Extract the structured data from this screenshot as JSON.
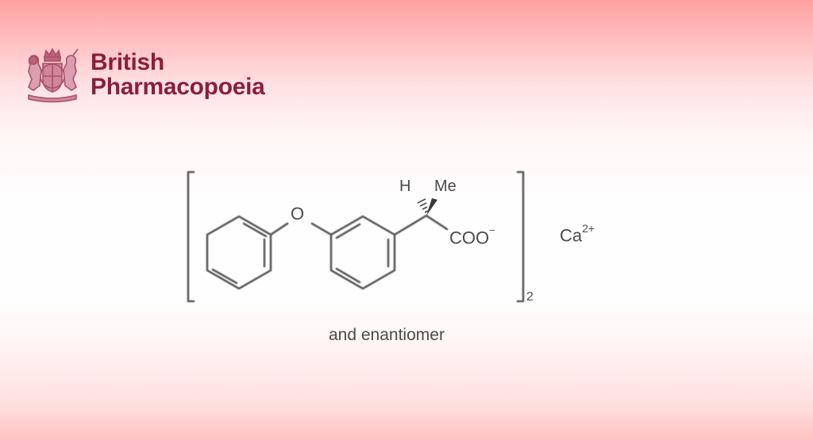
{
  "brand": {
    "line1": "British",
    "line2": "Pharmacopoeia",
    "color": "#8a1f3d",
    "crest_icon": "royal-coat-of-arms-icon"
  },
  "structure": {
    "atom_labels": {
      "oxygen": "O",
      "hydrogen": "H",
      "methyl": "Me",
      "carboxylate": "COO",
      "carboxylate_charge": "−"
    },
    "bracket_subscript": "2",
    "counter_ion": "Ca",
    "counter_ion_charge": "2+",
    "caption": "and enantiomer",
    "line_color": "#5a5a5a"
  }
}
